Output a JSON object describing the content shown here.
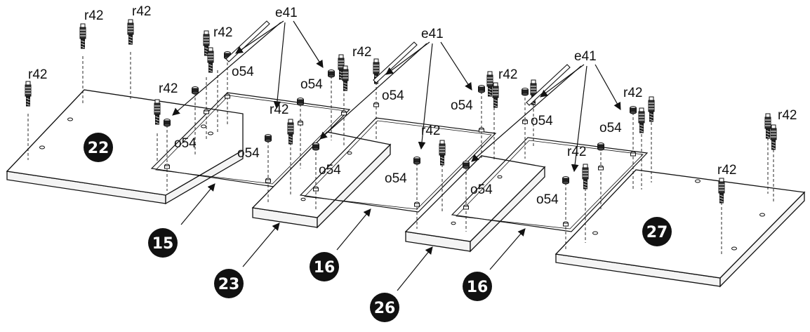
{
  "diagram": {
    "labels": {
      "screw": "r42",
      "cam": "o54",
      "tool": "e41"
    },
    "parts": {
      "p22": "22",
      "p15": "15",
      "p23": "23",
      "p16a": "16",
      "p26": "26",
      "p16b": "16",
      "p27": "27"
    }
  }
}
